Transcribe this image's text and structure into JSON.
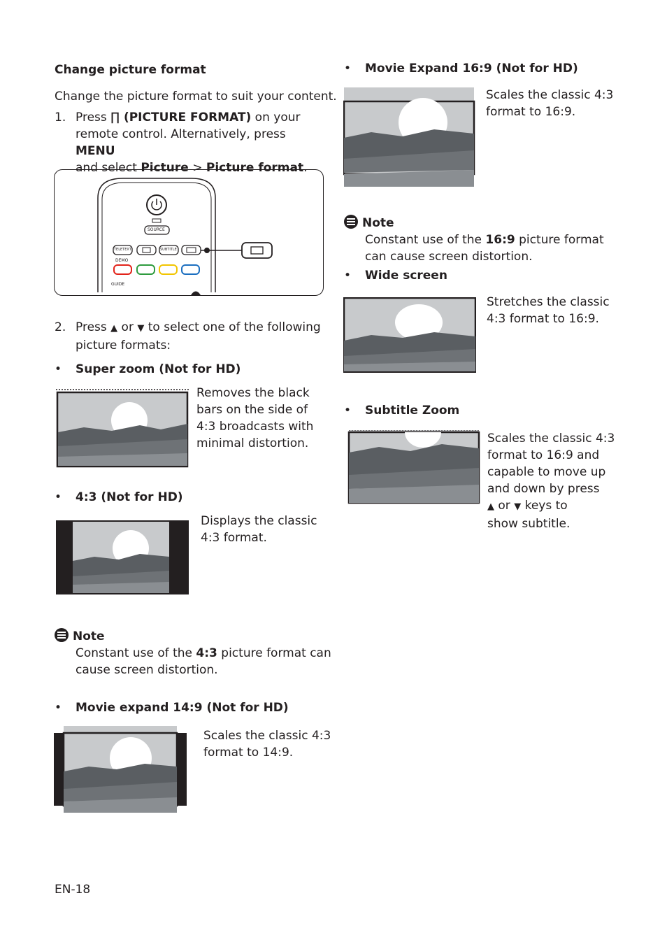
{
  "left": {
    "heading": "Change picture format",
    "intro": "Change the picture format to suit your content.",
    "step1": {
      "num": "1.",
      "text_a": "Press ",
      "icon_glyph": "∏",
      "bold_a": " (PICTURE FORMAT)",
      "text_b": " on your",
      "line2_a": "remote control. Alternatively, press ",
      "bold_b": "MENU",
      "line3_a": "and select ",
      "bold_c": "Picture",
      "line3_b": " > ",
      "bold_d": "Picture format",
      "line3_c": "."
    },
    "remote": {
      "source_label": "SOURCE",
      "teletext_label": "TELETEXT",
      "subtitle_label": "SUBTITLE",
      "demo_label": "DEMO",
      "guide_label": "GUIDE",
      "colors": [
        "#e2231a",
        "#2e9b3e",
        "#f2c500",
        "#1c6fc0"
      ]
    },
    "step2": {
      "num": "2.",
      "text_a": "Press ",
      "up": "▲",
      "or": " or ",
      "down": "▼",
      "text_b": " to select one of the following",
      "line2": "picture formats:"
    },
    "super_zoom": {
      "title": "Super zoom (Not for HD)",
      "desc": [
        "Removes the black",
        "bars on the side of",
        "4:3 broadcasts with",
        "minimal distortion."
      ]
    },
    "four_three": {
      "title": "4:3 (Not for HD)",
      "desc": [
        "Displays the classic",
        "4:3 format."
      ]
    },
    "note": {
      "title": "Note",
      "line1_a": "Constant use of the ",
      "line1_b": "4:3",
      "line1_c": " picture format can",
      "line2": "cause screen distortion."
    },
    "movie_14_9": {
      "title": "Movie expand 14:9 (Not for HD)",
      "desc": [
        "Scales the classic 4:3",
        "format to 14:9."
      ]
    },
    "page_number": "EN-18"
  },
  "right": {
    "movie_16_9": {
      "title": "Movie Expand 16:9 (Not for HD)",
      "desc": [
        "Scales the classic 4:3",
        "format to 16:9."
      ]
    },
    "note": {
      "title": "Note",
      "line1_a": "Constant use of the ",
      "line1_b": "16:9",
      "line1_c": " picture format",
      "line2": "can cause screen distortion."
    },
    "wide_screen": {
      "title": "Wide screen",
      "desc": [
        "Stretches the classic",
        "4:3 format to 16:9."
      ]
    },
    "subtitle_zoom": {
      "title": "Subtitle Zoom",
      "desc": [
        "Scales the classic 4:3",
        "format to 16:9 and",
        "capable to move up",
        "and down by press"
      ],
      "last_up": "▲",
      "last_or": " or ",
      "last_down": "▼",
      "last_keys": " keys to",
      "last_line": "show subtitle."
    }
  },
  "bullet_char": "•"
}
